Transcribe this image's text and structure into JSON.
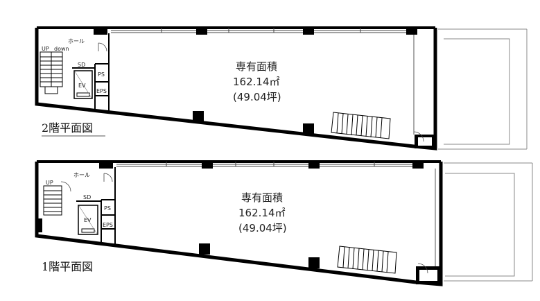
{
  "floors": [
    {
      "id": "2f",
      "title": "2階平面図",
      "area_label": "専有面積",
      "area_sqm": "162.14㎡",
      "area_tsubo": "(49.04坪)",
      "rooms": {
        "hall": "ホール",
        "ev": "EV",
        "ps": "PS",
        "eps": "EPS",
        "sd": "SD"
      },
      "stair": {
        "up": "UP",
        "down": "down"
      }
    },
    {
      "id": "1f",
      "title": "1階平面図",
      "area_label": "専有面積",
      "area_sqm": "162.14㎡",
      "area_tsubo": "(49.04坪)",
      "rooms": {
        "hall": "ホール",
        "ev": "EV",
        "ps": "PS",
        "eps": "EPS",
        "sd": "SD"
      },
      "stair": {
        "up": "UP"
      }
    }
  ]
}
